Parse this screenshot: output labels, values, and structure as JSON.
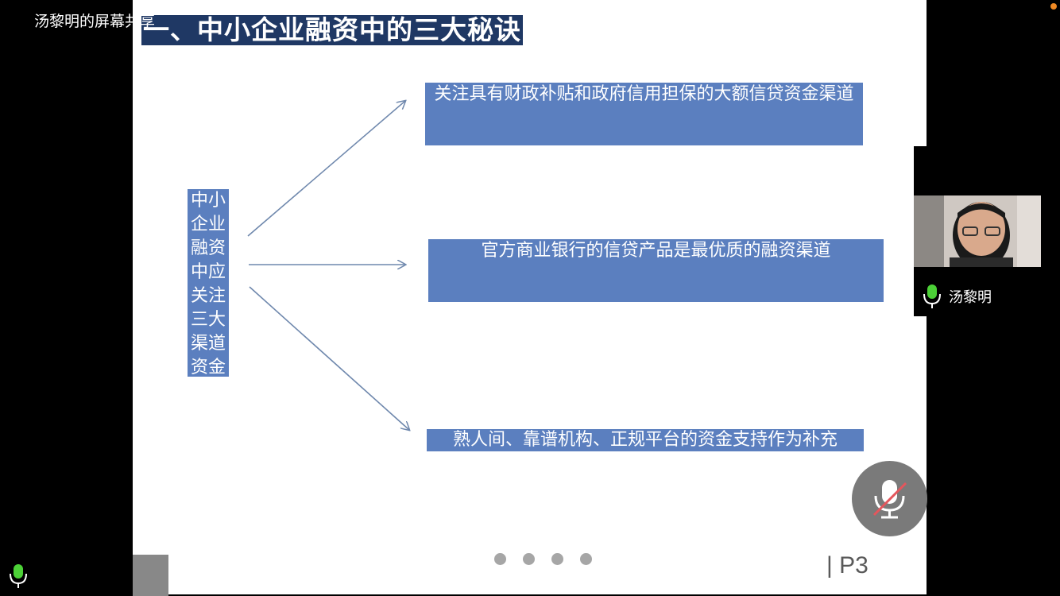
{
  "slide": {
    "title": "一、中小企业融资中的三大秘诀",
    "center_box": "中小企业融资中应关注三大渠道资金",
    "channels": [
      "关注具有财政补贴和政府信用担保的大额信贷资金渠道",
      "官方商业银行的信贷产品是最优质的融资渠道",
      "熟人间、靠谱机构、正规平台的资金支持作为补充"
    ],
    "page_label": "| P3",
    "page_dots": 4
  },
  "meeting": {
    "participant_name": "汤黎明",
    "share_label": "汤黎明的屏幕共享",
    "mic_state": "muted"
  },
  "colors": {
    "title_bg": "#1f3864",
    "box_bg": "#5b7fbf",
    "arrow": "#6f88ad",
    "status_dot": "#f08a24"
  }
}
